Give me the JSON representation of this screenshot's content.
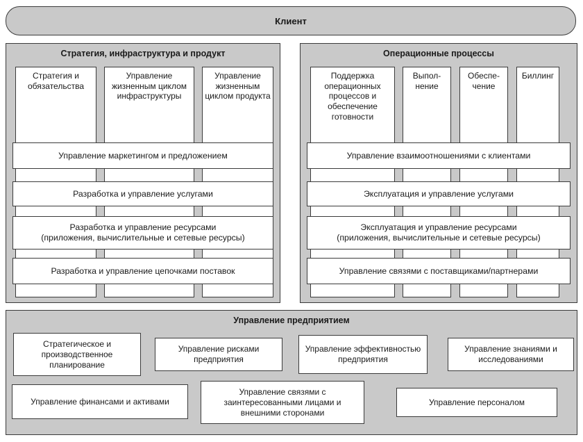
{
  "client": {
    "label": "Клиент"
  },
  "sip": {
    "title": "Стратегия, инфраструктура и продукт",
    "columns": [
      "Стратегия и обязательства",
      "Управление жизненным циклом инфраструктуры",
      "Управление жизненным циклом продукта"
    ],
    "bars": [
      "Управление маркетингом и предложением",
      "Разработка и управление услугами",
      "Разработка и управление ресурсами\n(приложения, вычислительные и сетевые ресурсы)",
      "Разработка и управление цепочками поставок"
    ]
  },
  "ops": {
    "title": "Операционные процессы",
    "columns": [
      "Поддержка операционных процессов и обеспечение готовности",
      "Выпол-\nнение",
      "Обеспе-\nчение",
      "Биллинг"
    ],
    "bars": [
      "Управление взаимоотношениями с клиентами",
      "Эксплуатация и управление услугами",
      "Эксплуатация и управление ресурсами\n(приложения, вычислительные и сетевые ресурсы)",
      "Управление связями с поставщиками/партнерами"
    ]
  },
  "enterprise": {
    "title": "Управление предприятием",
    "row1": [
      "Стратегическое и производственное планирование",
      "Управление рисками предприятия",
      "Управление эффективностью предприятия",
      "Управление знаниями и исследованиями"
    ],
    "row2": [
      "Управление финансами и активами",
      "Управление связями с заинтересованными лицами и внешними сторонами",
      "Управление персоналом"
    ]
  },
  "colors": {
    "panel_gray": "#c9c9c9",
    "box_white": "#ffffff",
    "border": "#3a3a3a"
  }
}
